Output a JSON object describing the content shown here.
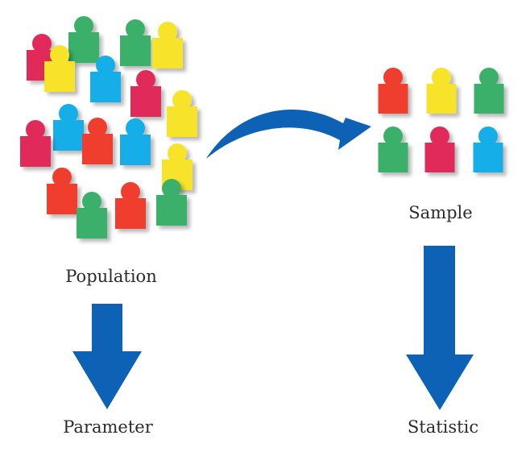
{
  "labels": {
    "population": "Population",
    "sample": "Sample",
    "parameter": "Parameter",
    "statistic": "Statistic"
  },
  "colors": {
    "red": "#ef3e2e",
    "crimson": "#e0295a",
    "yellow": "#f7e32b",
    "green": "#3bb06a",
    "blue": "#12aee8",
    "arrow": "#0d62b5"
  },
  "population_people": [
    "crimson",
    "green",
    "green",
    "yellow",
    "yellow",
    "blue",
    "crimson",
    "yellow",
    "blue",
    "crimson",
    "red",
    "blue",
    "yellow",
    "red",
    "green",
    "red",
    "green"
  ],
  "sample_people": [
    "red",
    "yellow",
    "green",
    "green",
    "crimson",
    "blue"
  ]
}
